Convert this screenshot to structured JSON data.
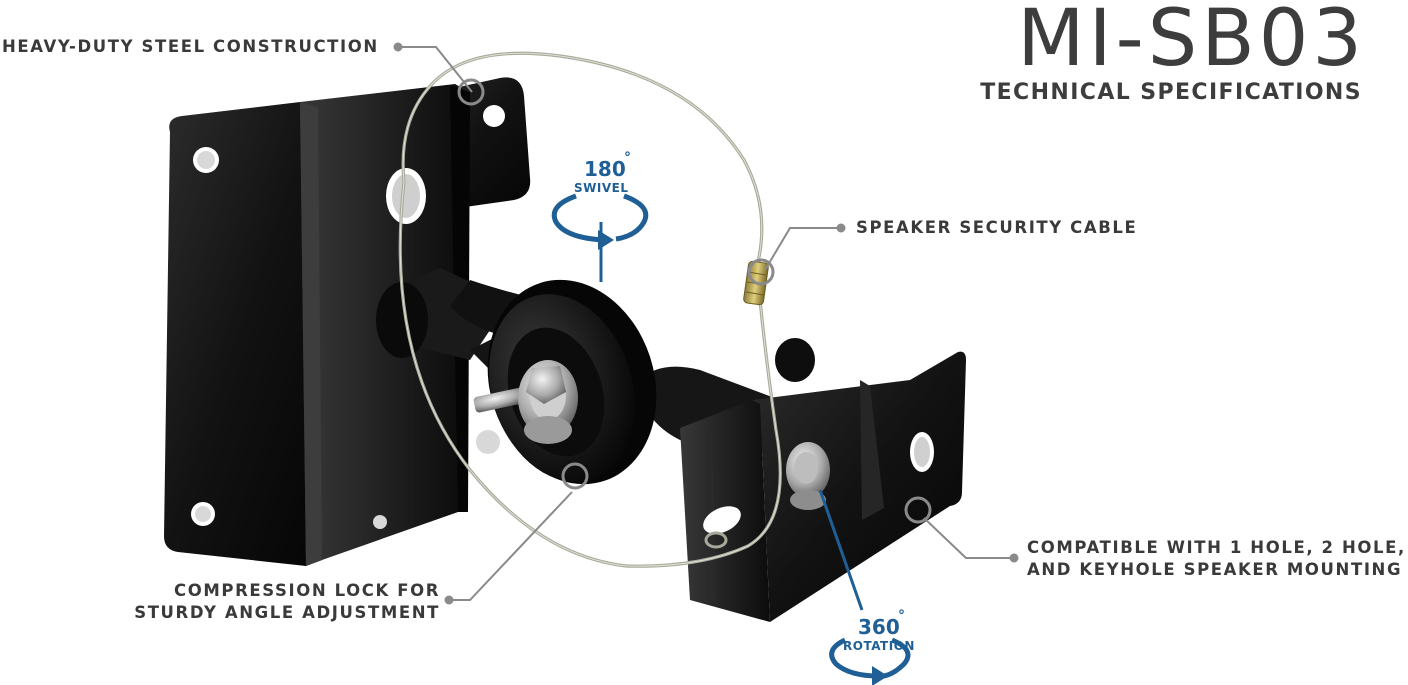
{
  "product": {
    "model": "MI-SB03",
    "subtitle": "TECHNICAL SPECIFICATIONS"
  },
  "callouts": {
    "steel": "HEAVY-DUTY STEEL CONSTRUCTION",
    "cable": "SPEAKER SECURITY CABLE",
    "compression_line1": "COMPRESSION LOCK FOR",
    "compression_line2": "STURDY ANGLE ADJUSTMENT",
    "compatible_line1": "COMPATIBLE WITH 1 HOLE, 2 HOLE,",
    "compatible_line2": "AND KEYHOLE SPEAKER MOUNTING"
  },
  "badges": {
    "swivel_value": "180",
    "swivel_label": "SWIVEL",
    "rotation_value": "360",
    "rotation_label": "ROTATION",
    "degree_symbol": "°"
  },
  "colors": {
    "accent_blue": "#1f5f96",
    "callout_gray": "#8a8a8a",
    "text_dark": "#3a3a3a",
    "mount_black": "#141414",
    "cable_silver": "#b4b8a8"
  }
}
